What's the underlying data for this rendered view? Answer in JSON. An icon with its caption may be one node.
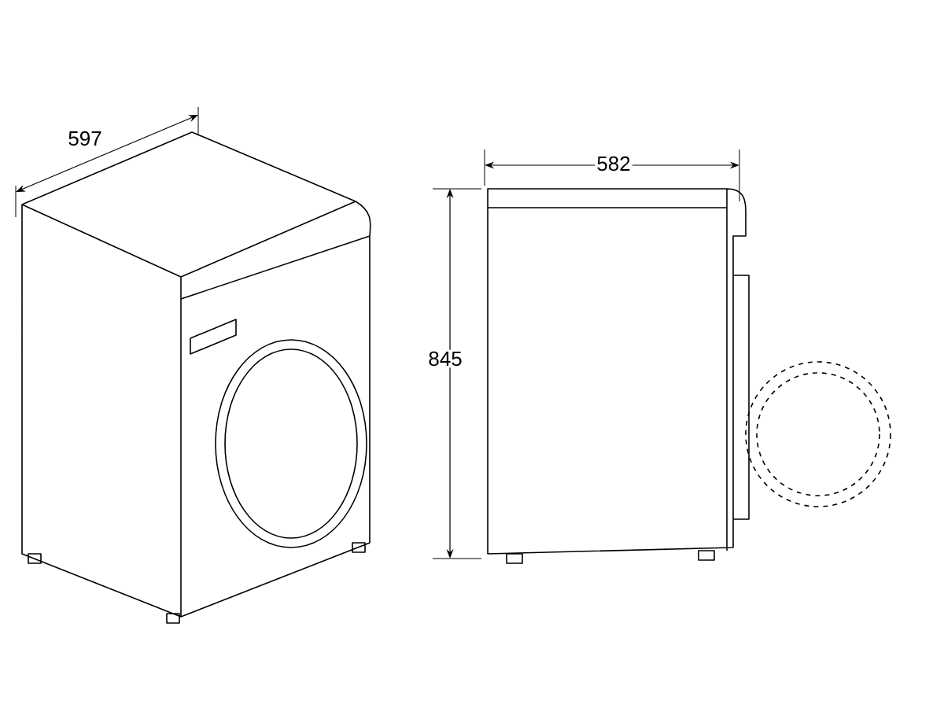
{
  "diagram": {
    "labels": [
      "597",
      "845",
      "582"
    ]
  }
}
